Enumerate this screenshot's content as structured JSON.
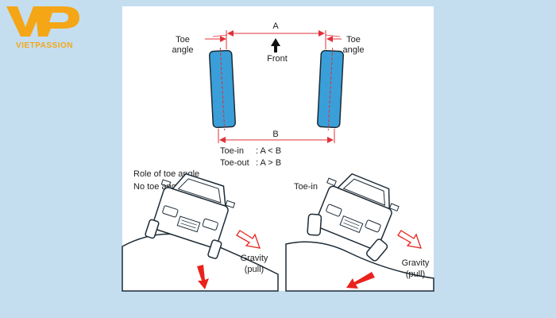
{
  "logo": {
    "mark": "VP",
    "name": "VIETPASSION"
  },
  "top_diagram": {
    "label_a": "A",
    "label_b": "B",
    "front_label": "Front",
    "toe_angle_left": [
      "Toe",
      "angle"
    ],
    "toe_angle_right": [
      "Toe",
      "angle"
    ],
    "legend": [
      {
        "term": "Toe-in",
        "relation": ": A < B"
      },
      {
        "term": "Toe-out",
        "relation": ": A > B"
      }
    ]
  },
  "bottom_left": {
    "title": "Role of toe angle",
    "subtitle": "No toe angle",
    "gravity_label": [
      "Gravity",
      "(pull)"
    ]
  },
  "bottom_right": {
    "title": "Toe-in",
    "gravity_label": [
      "Gravity",
      "(pull)"
    ]
  },
  "colors": {
    "background": "#c4def0",
    "tire_fill": "#3a9fd8",
    "dimension_line": "#e0303a",
    "arrow_red": "#e8231c",
    "logo_gold": "#f4a617",
    "panel": "#ffffff"
  }
}
